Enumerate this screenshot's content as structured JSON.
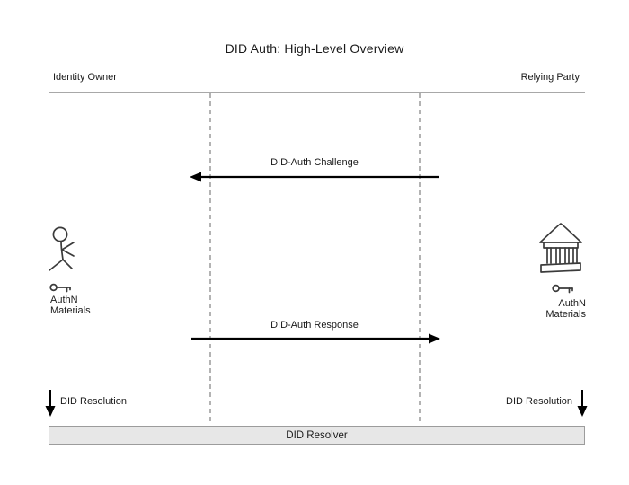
{
  "diagram": {
    "title": "DID Auth: High-Level Overview",
    "participants": {
      "left": {
        "label": "Identity Owner"
      },
      "right": {
        "label": "Relying Party"
      }
    },
    "messages": [
      {
        "label": "DID-Auth Challenge",
        "direction": "right-to-left"
      },
      {
        "label": "DID-Auth Response",
        "direction": "left-to-right"
      }
    ],
    "left_actor": {
      "icon": "person-icon",
      "key_icon": "key-icon",
      "authn_line1": "AuthN",
      "authn_line2": "Materials",
      "resolution_label": "DID Resolution"
    },
    "right_actor": {
      "icon": "bank-icon",
      "key_icon": "key-icon",
      "authn_line1": "AuthN",
      "authn_line2": "Materials",
      "resolution_label": "DID Resolution"
    },
    "resolver": {
      "label": "DID Resolver"
    },
    "colors": {
      "header_line": "#a8a8a8",
      "lifeline_dash": "#b3b3b3",
      "arrow": "#000000",
      "resolver_fill": "#e7e7e7",
      "resolver_border": "#9c9c9c",
      "text": "#1a1a1a",
      "sketch_stroke": "#3b3b3b"
    }
  }
}
